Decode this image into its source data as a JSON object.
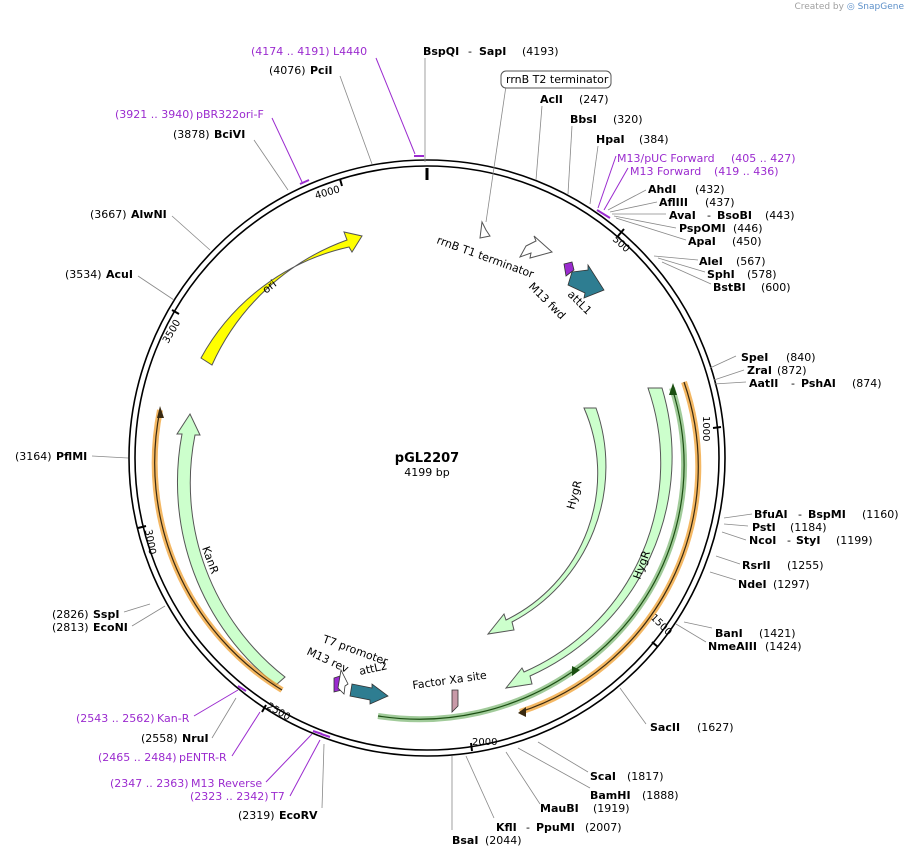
{
  "credit": {
    "prefix": "Created by",
    "brand": "SnapGene"
  },
  "plasmid": {
    "name": "pGL2207",
    "length": "4199 bp"
  },
  "colors": {
    "primer": "#9b2bcf",
    "hygr": "#ccffcc",
    "kanr": "#ccffcc",
    "ori": "#ffff00",
    "att": "#2e7d91",
    "orf_orange": "#f0a030",
    "orf_green": "#2e8b20"
  },
  "ticks": [
    "500",
    "1000",
    "1500",
    "2000",
    "2500",
    "3000",
    "3500",
    "4000"
  ],
  "sites": {
    "bspqi": {
      "name": "BspQI",
      "name2": "SapI",
      "pos": "(4193)"
    },
    "pcii": {
      "name": "PciI",
      "pos": "(4076)"
    },
    "bcivi": {
      "name": "BciVI",
      "pos": "(3878)"
    },
    "alwni": {
      "name": "AlwNI",
      "pos": "(3667)"
    },
    "acui": {
      "name": "AcuI",
      "pos": "(3534)"
    },
    "pflmi": {
      "name": "PflMI",
      "pos": "(3164)"
    },
    "sspi": {
      "name": "SspI",
      "pos": "(2826)"
    },
    "econi": {
      "name": "EcoNI",
      "pos": "(2813)"
    },
    "nrui": {
      "name": "NruI",
      "pos": "(2558)"
    },
    "ecorv": {
      "name": "EcoRV",
      "pos": "(2319)"
    },
    "bsai": {
      "name": "BsaI",
      "pos": "(2044)"
    },
    "kfli": {
      "name": "KflI",
      "name2": "PpuMI",
      "pos": "(2007)"
    },
    "maubi": {
      "name": "MauBI",
      "pos": "(1919)"
    },
    "bamhi": {
      "name": "BamHI",
      "pos": "(1888)"
    },
    "scai": {
      "name": "ScaI",
      "pos": "(1817)"
    },
    "sacii": {
      "name": "SacII",
      "pos": "(1627)"
    },
    "nmeaiii": {
      "name": "NmeAIII",
      "pos": "(1424)"
    },
    "bani": {
      "name": "BanI",
      "pos": "(1421)"
    },
    "ndei": {
      "name": "NdeI",
      "pos": "(1297)"
    },
    "rsrii": {
      "name": "RsrII",
      "pos": "(1255)"
    },
    "ncoi": {
      "name": "NcoI",
      "name2": "StyI",
      "pos": "(1199)"
    },
    "psti": {
      "name": "PstI",
      "pos": "(1184)"
    },
    "bfuai": {
      "name": "BfuAI",
      "name2": "BspMI",
      "pos": "(1160)"
    },
    "aatii": {
      "name": "AatII",
      "name2": "PshAI",
      "pos": "(874)"
    },
    "zrai": {
      "name": "ZraI",
      "pos": "(872)"
    },
    "spei": {
      "name": "SpeI",
      "pos": "(840)"
    },
    "bstbi": {
      "name": "BstBI",
      "pos": "(600)"
    },
    "sphi": {
      "name": "SphI",
      "pos": "(578)"
    },
    "alei": {
      "name": "AleI",
      "pos": "(567)"
    },
    "apai": {
      "name": "ApaI",
      "pos": "(450)"
    },
    "pspomi": {
      "name": "PspOMI",
      "pos": "(446)"
    },
    "avai": {
      "name": "AvaI",
      "name2": "BsoBI",
      "pos": "(443)"
    },
    "aflii": {
      "name": "AflIII",
      "pos": "(437)"
    },
    "ahdi": {
      "name": "AhdI",
      "pos": "(432)"
    },
    "hpai": {
      "name": "HpaI",
      "pos": "(384)"
    },
    "bbsi": {
      "name": "BbsI",
      "pos": "(320)"
    },
    "acli": {
      "name": "AclI",
      "pos": "(247)"
    }
  },
  "primers": {
    "l4440": {
      "range": "(4174 .. 4191)",
      "name": "L4440"
    },
    "pbr322": {
      "range": "(3921 .. 3940)",
      "name": "pBR322ori-F"
    },
    "kanr": {
      "range": "(2543 .. 2562)",
      "name": "Kan-R"
    },
    "pentr": {
      "range": "(2465 .. 2484)",
      "name": "pENTR-R"
    },
    "m13rev": {
      "range": "(2347 .. 2363)",
      "name": "M13 Reverse"
    },
    "t7": {
      "range": "(2323 .. 2342)",
      "name": "T7"
    },
    "m13puc": {
      "name": "M13/pUC Forward",
      "range": "(405 .. 427)"
    },
    "m13fwd": {
      "name": "M13 Forward",
      "range": "(419 .. 436)"
    }
  },
  "features": {
    "rrnb_t2": "rrnB T2 terminator",
    "rrnb_t1": "rrnB T1 terminator",
    "ori": "ori",
    "kanr": "KanR",
    "hygr_inner": "HygR",
    "hygr_outer": "HygR",
    "attl1": "attL1",
    "m13fwd": "M13 fwd",
    "attl2": "attL2",
    "m13rev": "M13 rev",
    "t7promoter": "T7 promoter",
    "factorxa": "Factor Xa site"
  }
}
